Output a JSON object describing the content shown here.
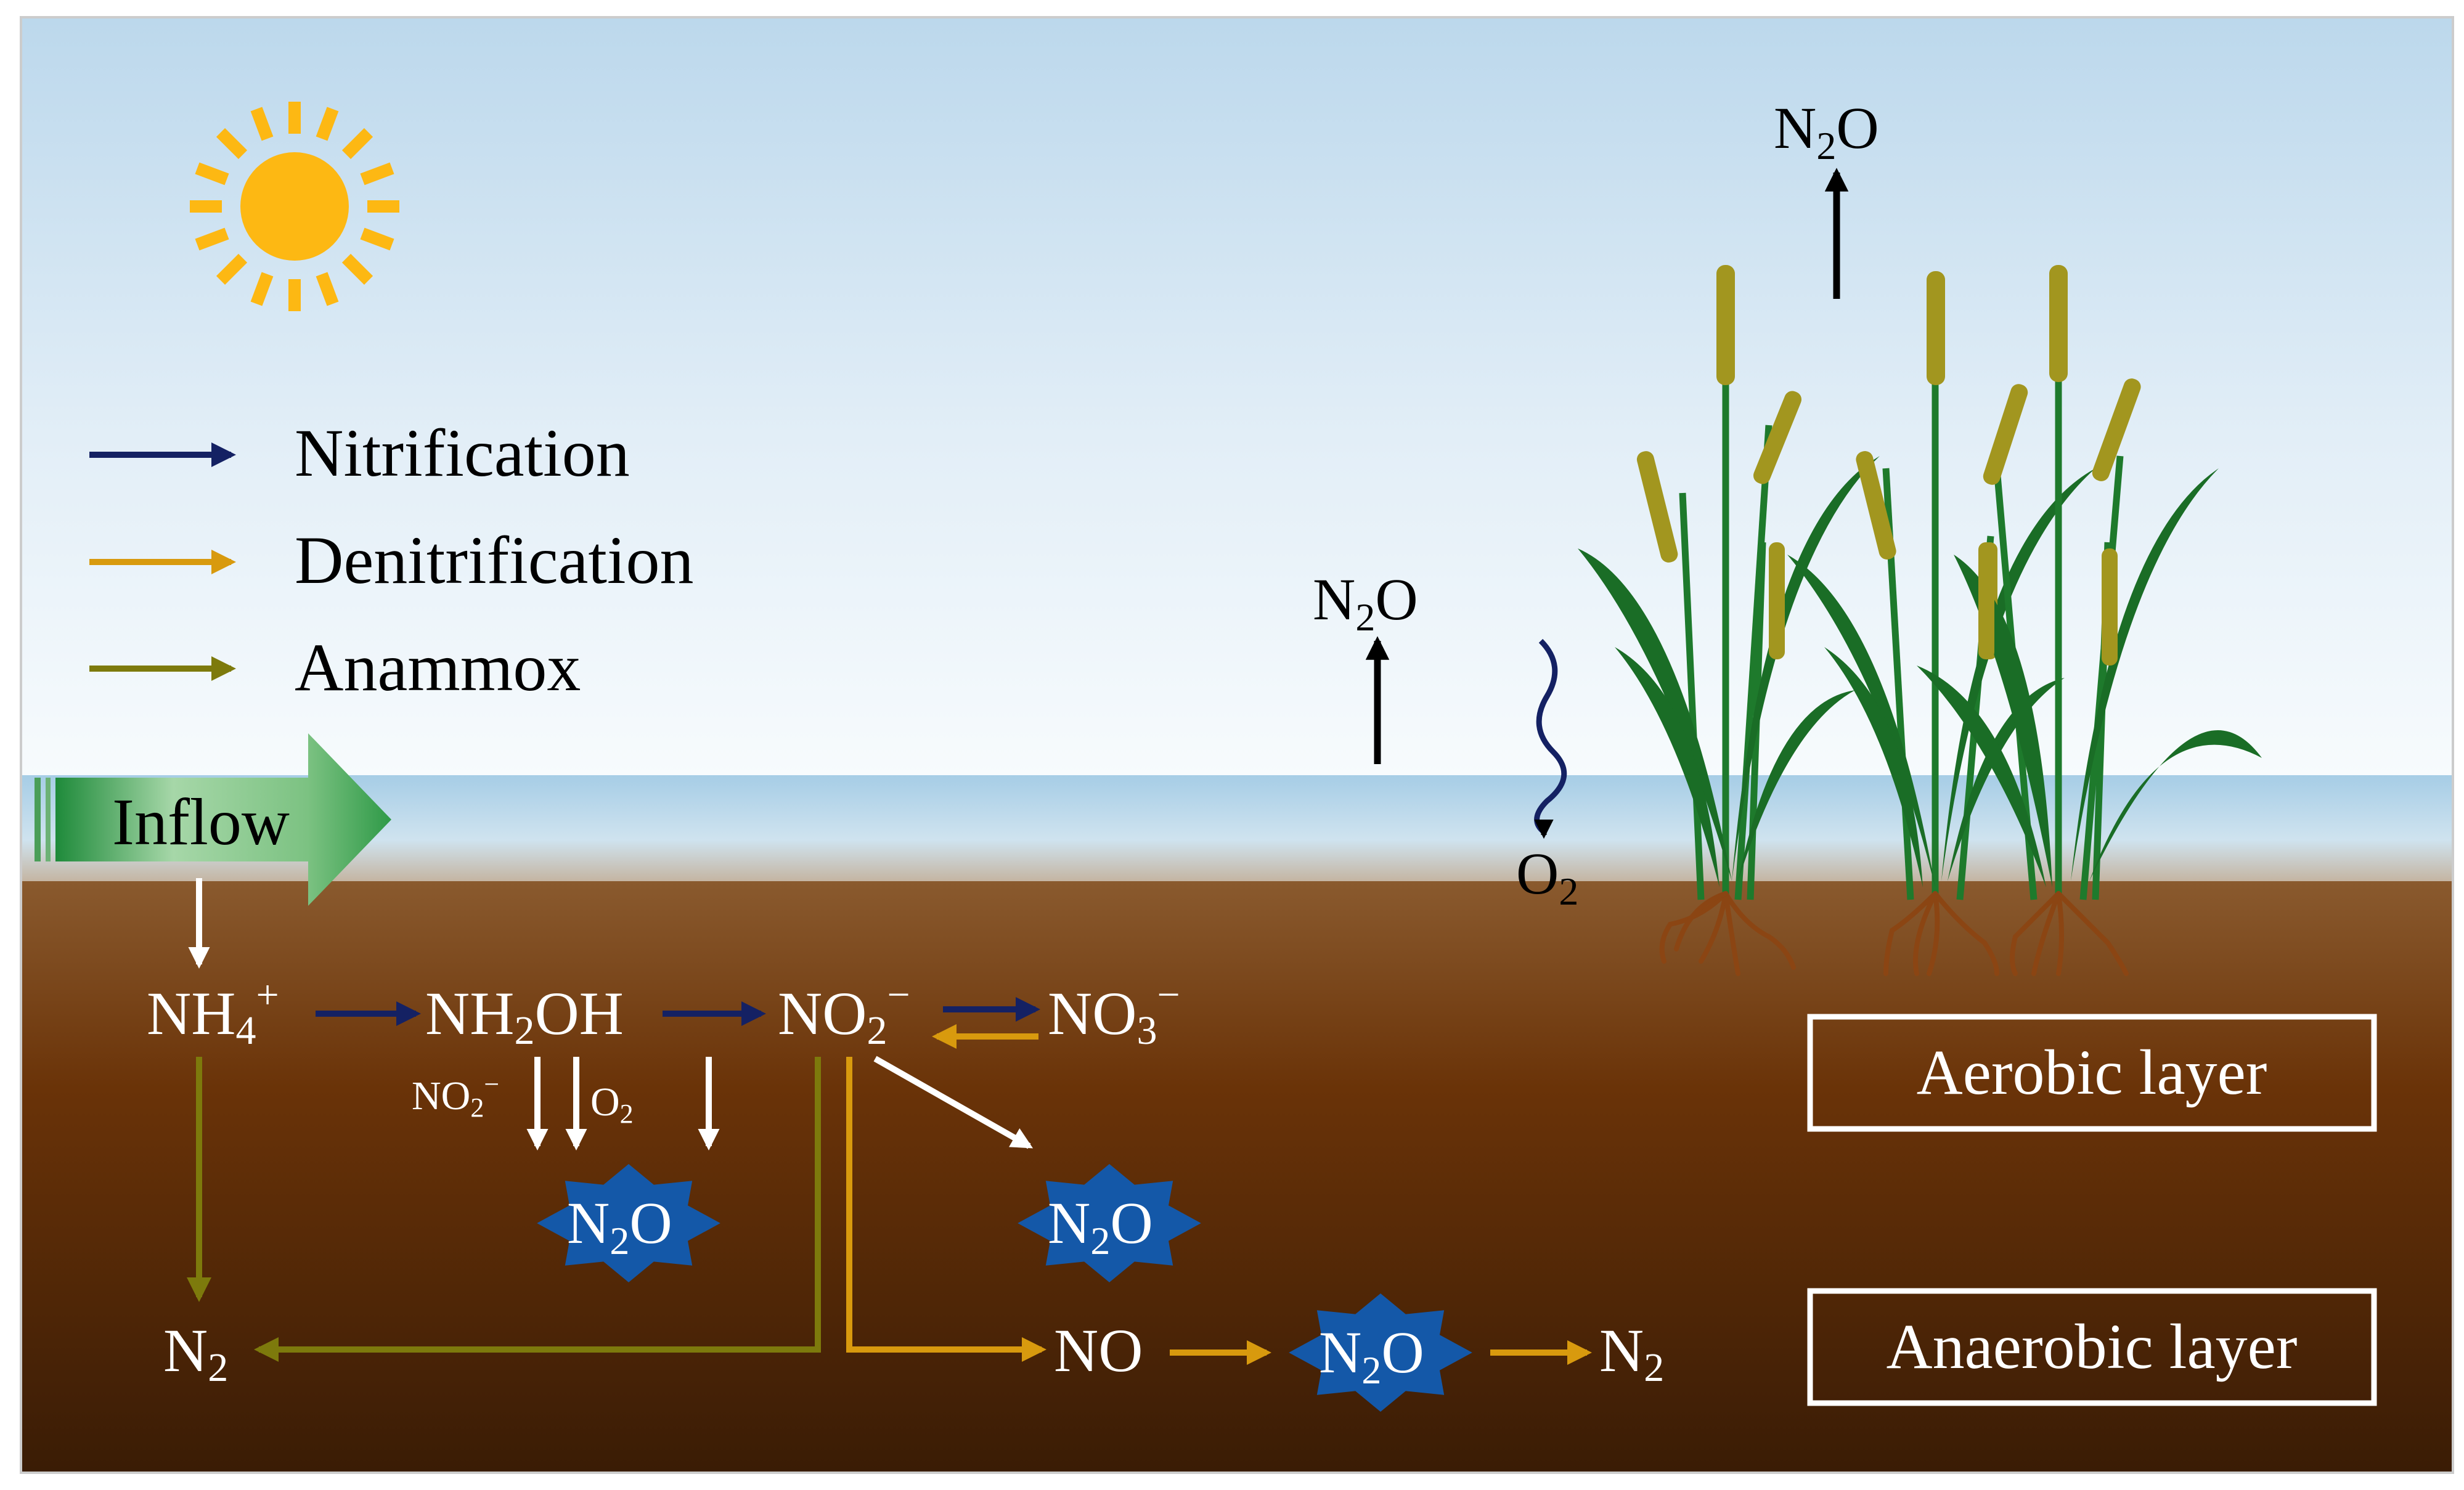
{
  "legend": {
    "items": [
      {
        "label": "Nitrification",
        "color": "#142163"
      },
      {
        "label": "Denitrification",
        "color": "#D89A0E"
      },
      {
        "label": "Anammox",
        "color": "#7D7A0C"
      }
    ]
  },
  "inflow": {
    "label": "Inflow"
  },
  "species": {
    "nh4": {
      "base": "NH",
      "sub": "4",
      "sup": "+"
    },
    "nh2oh": {
      "pre": "NH",
      "sub": "2",
      "post": "OH"
    },
    "no2": {
      "base": "NO",
      "sub": "2",
      "sup": "−"
    },
    "no3": {
      "base": "NO",
      "sub": "3",
      "sup": "−"
    },
    "no": {
      "label": "NO"
    },
    "n2_left": {
      "base": "N",
      "sub": "2"
    },
    "n2_right": {
      "base": "N",
      "sub": "2"
    },
    "small_no2": {
      "base": "NO",
      "sub": "2",
      "sup": "−"
    },
    "small_o2": {
      "base": "O",
      "sub": "2"
    },
    "n2o": {
      "pre": "N",
      "sub": "2",
      "post": "O"
    },
    "o2": {
      "base": "O",
      "sub": "2"
    }
  },
  "layers": {
    "aerobic": "Aerobic layer",
    "anaerobic": "Anaerobic layer"
  },
  "colors": {
    "nitrification": "#142163",
    "denitrification": "#D89A0E",
    "anammox": "#7D7A0C",
    "n2o_badge": "#1458A8",
    "sun": "#FDB813",
    "soil_top": "#8A5A2E",
    "soil_bottom": "#3A1C05"
  }
}
